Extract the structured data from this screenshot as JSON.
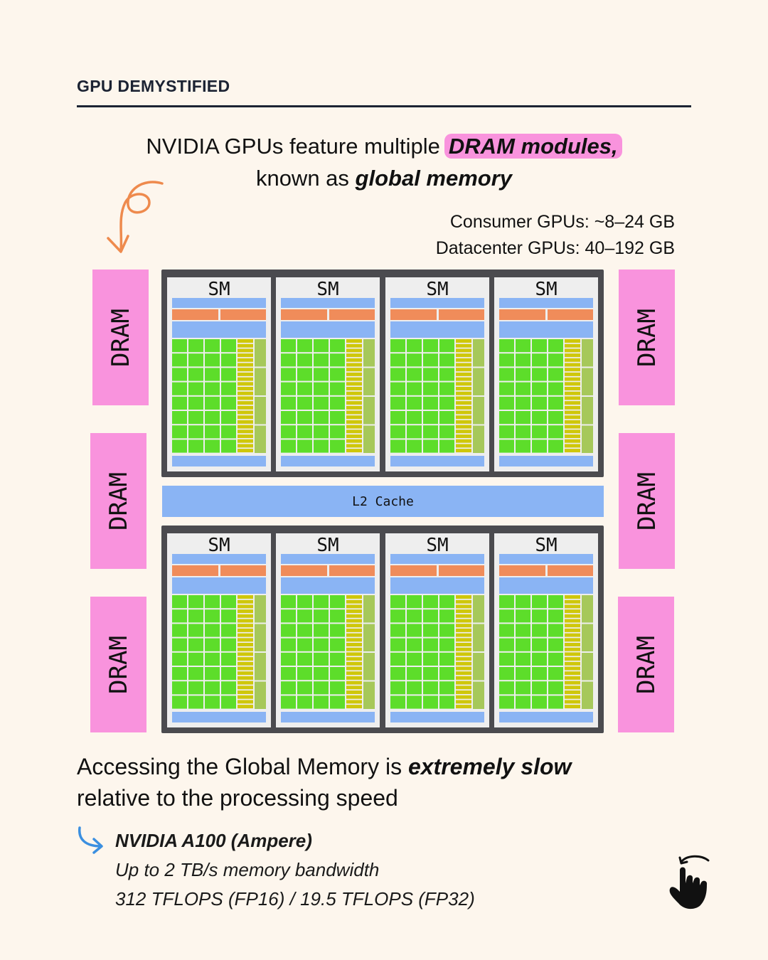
{
  "header": {
    "title": "GPU DEMYSTIFIED"
  },
  "headline": {
    "line1_prefix": "NVIDIA GPUs feature multiple",
    "line1_highlight": "DRAM modules,",
    "line2_prefix": "known as",
    "line2_emphasis": "global memory"
  },
  "specs": {
    "consumer": "Consumer GPUs: ~8–24 GB",
    "datacenter": "Datacenter GPUs: 40–192 GB"
  },
  "diagram": {
    "dram_label": "DRAM",
    "sm_label": "SM",
    "l2_label": "L2 Cache",
    "colors": {
      "dram": "#f993dd",
      "frame": "#4b4b4f",
      "cache_blue": "#8ab4f4",
      "scheduler_orange": "#f08c5a",
      "core_green": "#5ddd2a",
      "tensor_yellow": "#cfc70a",
      "sfu_olive": "#a6c85a"
    }
  },
  "body": {
    "line1_prefix": "Accessing the Global Memory is",
    "line1_emphasis": "extremely slow",
    "line2": "relative to the processing speed"
  },
  "callout": {
    "heading": "NVIDIA A100 (Ampere)",
    "line1": "Up to 2 TB/s memory bandwidth",
    "line2": "312 TFLOPS (FP16) / 19.5 TFLOPS (FP32)"
  },
  "icons": {
    "curl_arrow": "curl-arrow-icon",
    "hook_arrow": "hook-arrow-icon",
    "swipe_hand": "swipe-hand-icon"
  }
}
